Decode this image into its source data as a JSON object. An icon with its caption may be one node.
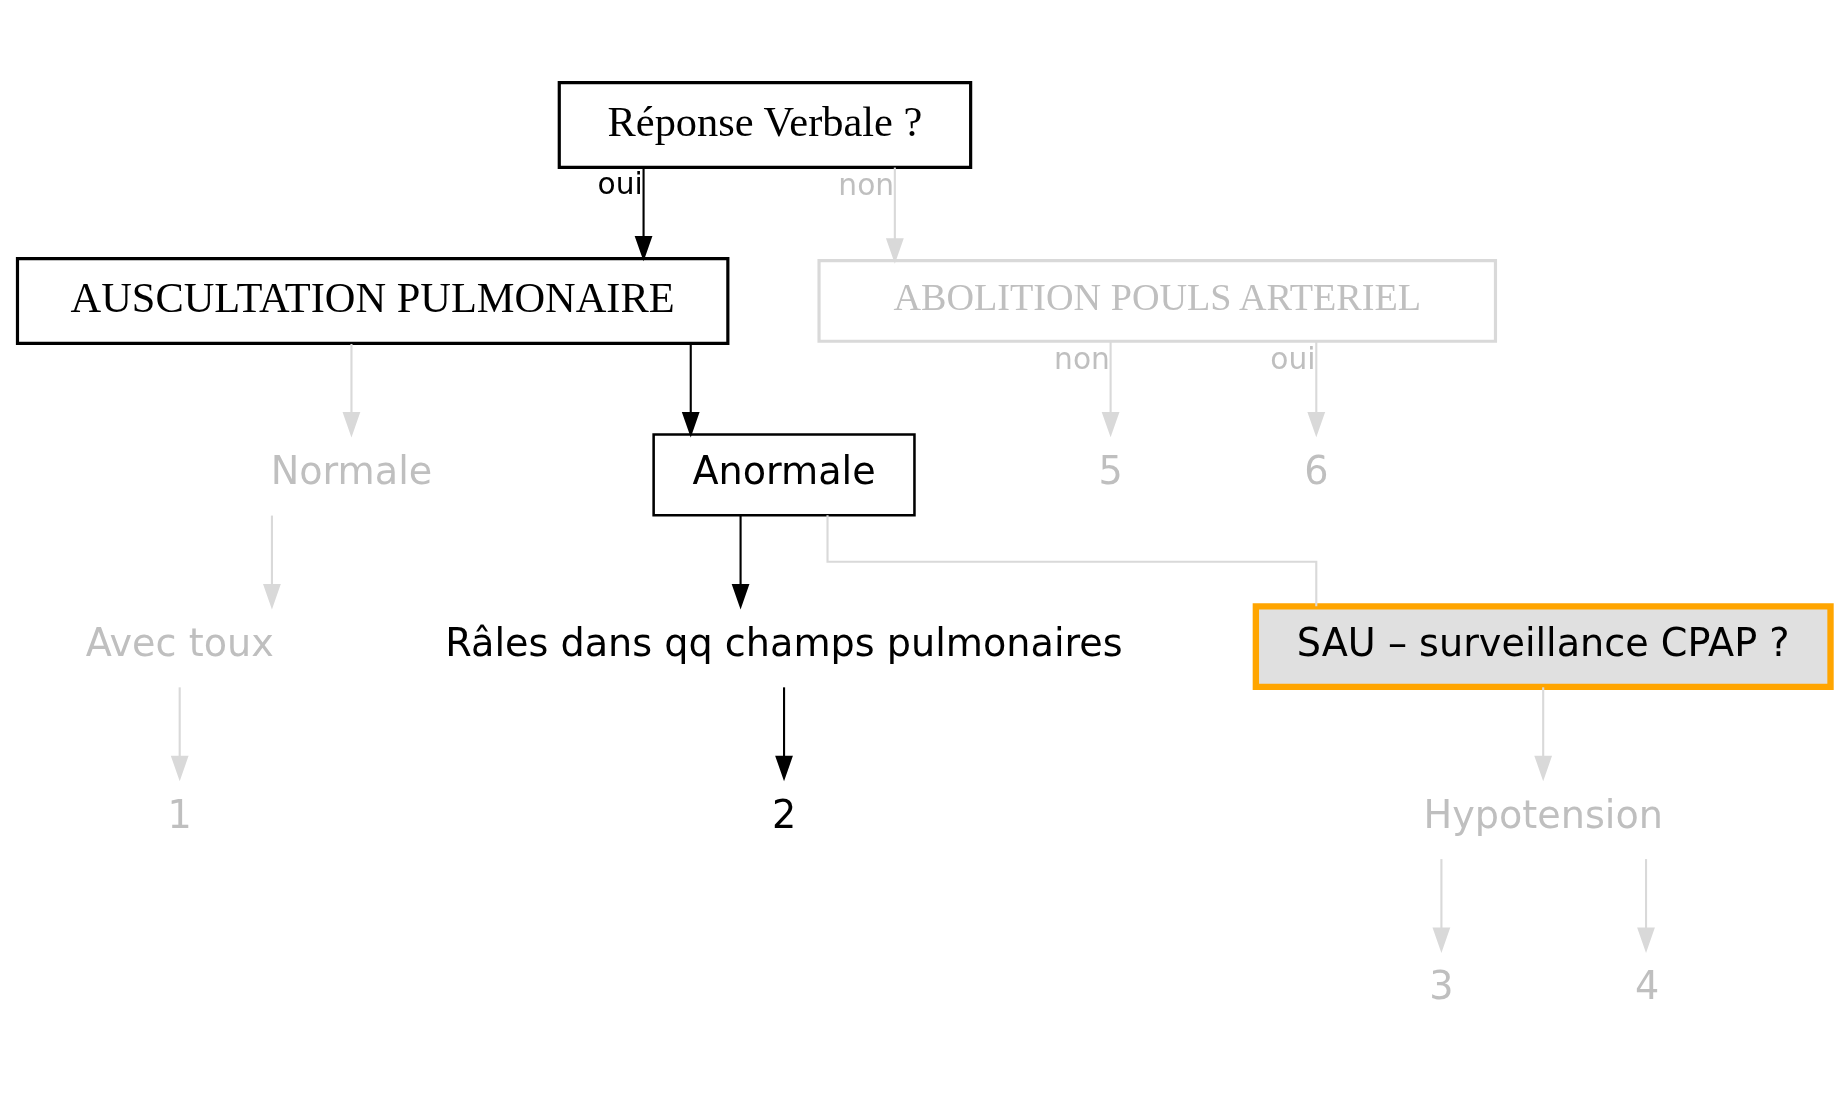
{
  "diagram": {
    "nodes": [
      {
        "text": [
          "Réponse Verbale ?"
        ]
      },
      {
        "text": [
          "AUSCULTATION PULMONAIRE"
        ]
      },
      {
        "text": [
          "ABOLITION POULS ARTERIEL"
        ]
      },
      {
        "text": [
          "Normale"
        ]
      },
      {
        "text": [
          "Anormale"
        ]
      },
      {
        "text": [
          "Avec toux"
        ]
      },
      {
        "text": [
          "Râles dans qq champs pulmonaires"
        ]
      },
      {
        "text": [
          "SAU – surveillance CPAP ?"
        ]
      },
      {
        "text": [
          "Hypotension"
        ]
      },
      {
        "text": [
          "1"
        ]
      },
      {
        "text": [
          "2"
        ]
      },
      {
        "text": [
          "3"
        ]
      },
      {
        "text": [
          "4"
        ]
      },
      {
        "text": [
          "5"
        ]
      },
      {
        "text": [
          "6"
        ]
      }
    ],
    "edges": [
      {
        "from": 0,
        "to": 1,
        "arrow": "to",
        "label": "oui",
        "color": "#000000"
      },
      {
        "from": 0,
        "to": 2,
        "arrow": "to",
        "label": "non"
      },
      {
        "from": 1,
        "to": 3,
        "arrow": "to"
      },
      {
        "from": 1,
        "to": 4,
        "arrow": "to",
        "color": "#000000"
      },
      {
        "from": 3,
        "to": 5,
        "arrow": "to"
      },
      {
        "from": 5,
        "to": 9,
        "arrow": "to"
      },
      {
        "from": 4,
        "to": 6,
        "arrow": "to",
        "color": "#000000"
      },
      {
        "from": 4,
        "to": 7,
        "arrow": "none"
      },
      {
        "from": 6,
        "to": 10,
        "arrow": "to",
        "color": "#000000"
      },
      {
        "from": 7,
        "to": 8,
        "arrow": "to"
      },
      {
        "from": 8,
        "to": 11,
        "arrow": "to"
      },
      {
        "from": 8,
        "to": 12,
        "arrow": "to"
      },
      {
        "from": 2,
        "to": 13,
        "arrow": "to",
        "label": "non"
      },
      {
        "from": 2,
        "to": 14,
        "arrow": "to",
        "label": "oui"
      }
    ]
  }
}
